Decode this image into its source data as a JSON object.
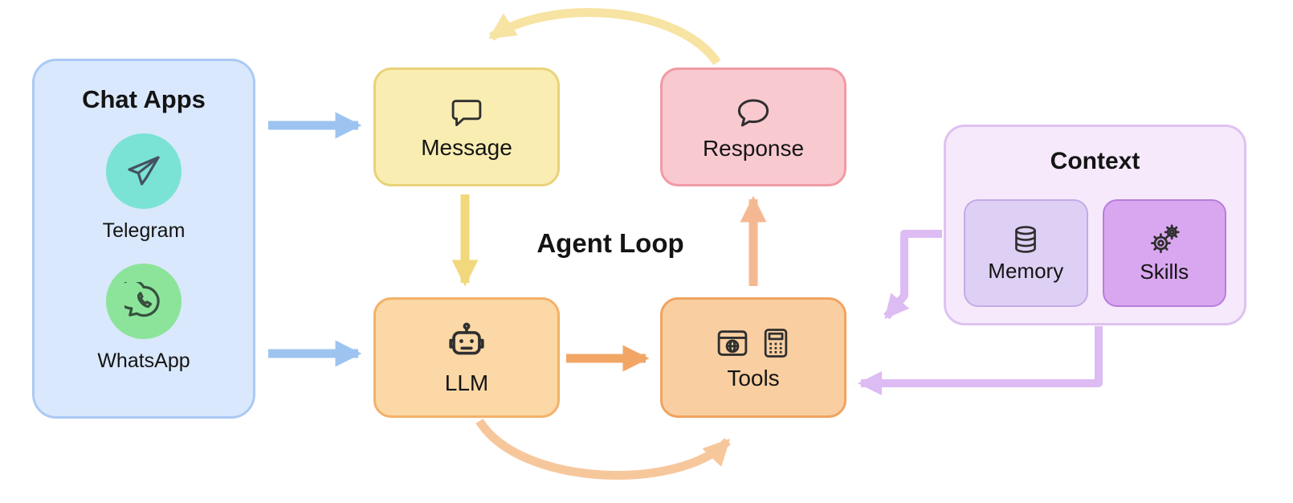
{
  "agent_loop_label": "Agent Loop",
  "chat_apps": {
    "title": "Chat Apps",
    "items": [
      {
        "label": "Telegram",
        "icon": "telegram-icon",
        "badge_color": "#7be2d6"
      },
      {
        "label": "WhatsApp",
        "icon": "whatsapp-icon",
        "badge_color": "#8ce49a"
      }
    ]
  },
  "nodes": {
    "message": {
      "label": "Message",
      "icon": "speech-bubble-square-icon"
    },
    "response": {
      "label": "Response",
      "icon": "speech-bubble-round-icon"
    },
    "llm": {
      "label": "LLM",
      "icon": "robot-icon"
    },
    "tools": {
      "label": "Tools",
      "icons": [
        "browser-icon",
        "calculator-icon"
      ]
    }
  },
  "context": {
    "title": "Context",
    "items": [
      {
        "label": "Memory",
        "icon": "database-icon"
      },
      {
        "label": "Skills",
        "icon": "gears-icon"
      }
    ]
  },
  "colors": {
    "arrow_blue": "#9dc4f1",
    "arrow_yellow": "#f2d87c",
    "arrow_orange": "#f2a666",
    "arrow_peach": "#f4b992",
    "arrow_pale_yellow": "#f7e3a2",
    "arrow_pale_orange": "#f7c79c",
    "arrow_purple": "#ddbbf3",
    "chat_apps_bg": "#d9e8fc",
    "message_bg": "#f9edb2",
    "response_bg": "#f9c9d0",
    "llm_bg": "#fbd8a6",
    "tools_bg": "#f9cfa2",
    "context_bg": "#f5e9fb",
    "memory_bg": "#ded0f4",
    "skills_bg": "#d9a7ef"
  },
  "edges": [
    {
      "from": "chat-apps",
      "to": "message"
    },
    {
      "from": "chat-apps",
      "to": "llm"
    },
    {
      "from": "message",
      "to": "llm"
    },
    {
      "from": "llm",
      "to": "tools"
    },
    {
      "from": "tools",
      "to": "response"
    },
    {
      "from": "response",
      "to": "message",
      "style": "curved-top"
    },
    {
      "from": "llm",
      "to": "tools",
      "style": "curved-bottom"
    },
    {
      "from": "context",
      "to": "tools",
      "style": "elbow-top"
    },
    {
      "from": "context",
      "to": "tools",
      "style": "elbow-right"
    }
  ]
}
